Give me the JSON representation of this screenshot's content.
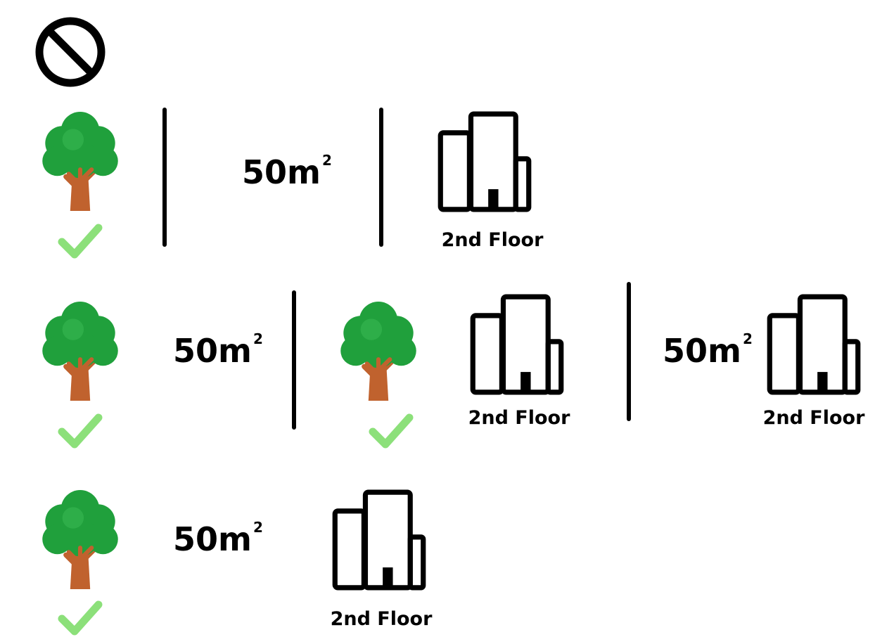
{
  "icons": {
    "prohibited": "prohibited-icon",
    "tree": "tree-icon",
    "building": "building-icon",
    "check": "checkmark-icon"
  },
  "colors": {
    "tree_canopy": "#20A03C",
    "tree_canopy_light": "#34B34E",
    "tree_trunk": "#C0622E",
    "check": "#8CE07A",
    "ink": "#000000"
  },
  "rows": [
    {
      "area": {
        "value": "50m",
        "superscript": "2"
      },
      "floor_label": "2nd Floor"
    },
    {
      "panels": [
        {
          "area": {
            "value": "50m",
            "superscript": "2"
          }
        },
        {
          "floor_label": "2nd Floor"
        },
        {
          "area": {
            "value": "50m",
            "superscript": "2"
          },
          "floor_label": "2nd Floor"
        }
      ]
    },
    {
      "area": {
        "value": "50m",
        "superscript": "2"
      },
      "floor_label": "2nd Floor"
    }
  ]
}
